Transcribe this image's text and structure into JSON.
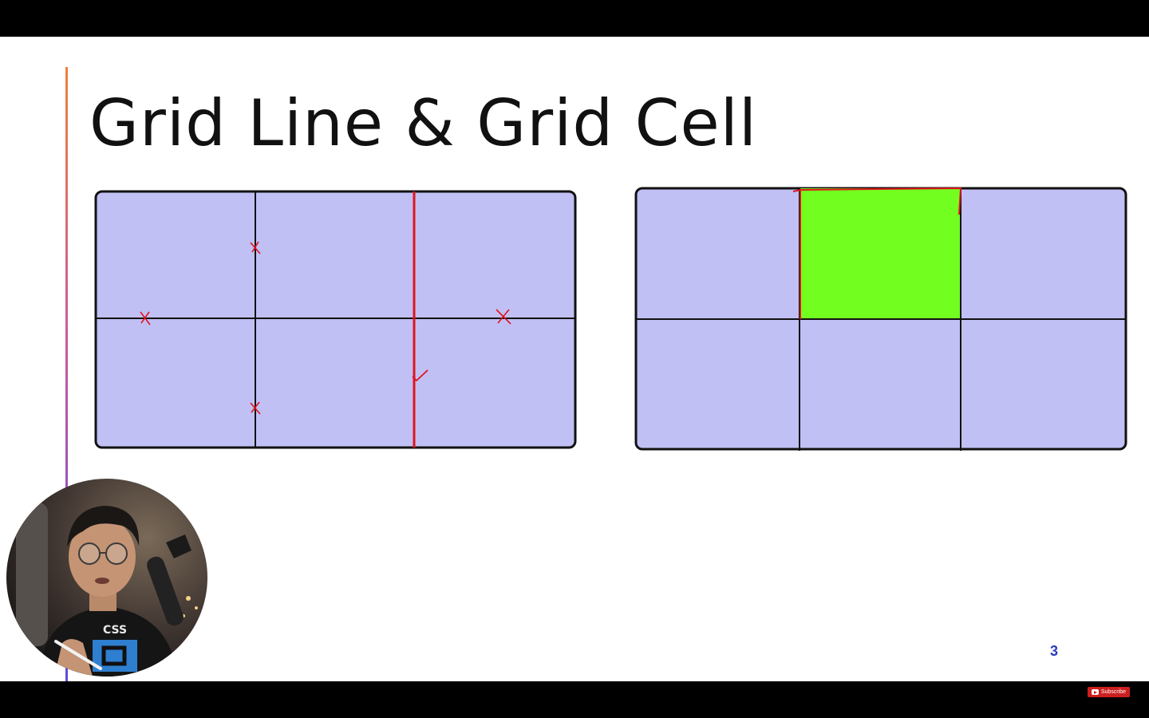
{
  "slide": {
    "title": "Grid Line & Grid Cell",
    "page_number": "3",
    "accent_gradient": [
      "#f0803a",
      "#c75ba0",
      "#5d4ed6"
    ]
  },
  "diagrams": {
    "grid_lines": {
      "rows": 2,
      "columns": 3,
      "cell_color": "#c0c0f5",
      "highlighted_line": "vertical line 3",
      "annotation_color": "#e0141c",
      "annotations": [
        "cross",
        "cross",
        "cross",
        "cross",
        "check"
      ]
    },
    "grid_cell": {
      "rows": 2,
      "columns": 3,
      "cell_color": "#c0c0f5",
      "highlighted_cell": "row 1, column 2",
      "highlight_color": "#72ff1f",
      "outline_color": "#e0141c"
    }
  },
  "presenter_overlay": {
    "shirt_text": "CSS"
  },
  "subscribe_label": "Subscribe",
  "subscribe_icon": "youtube-play-icon"
}
